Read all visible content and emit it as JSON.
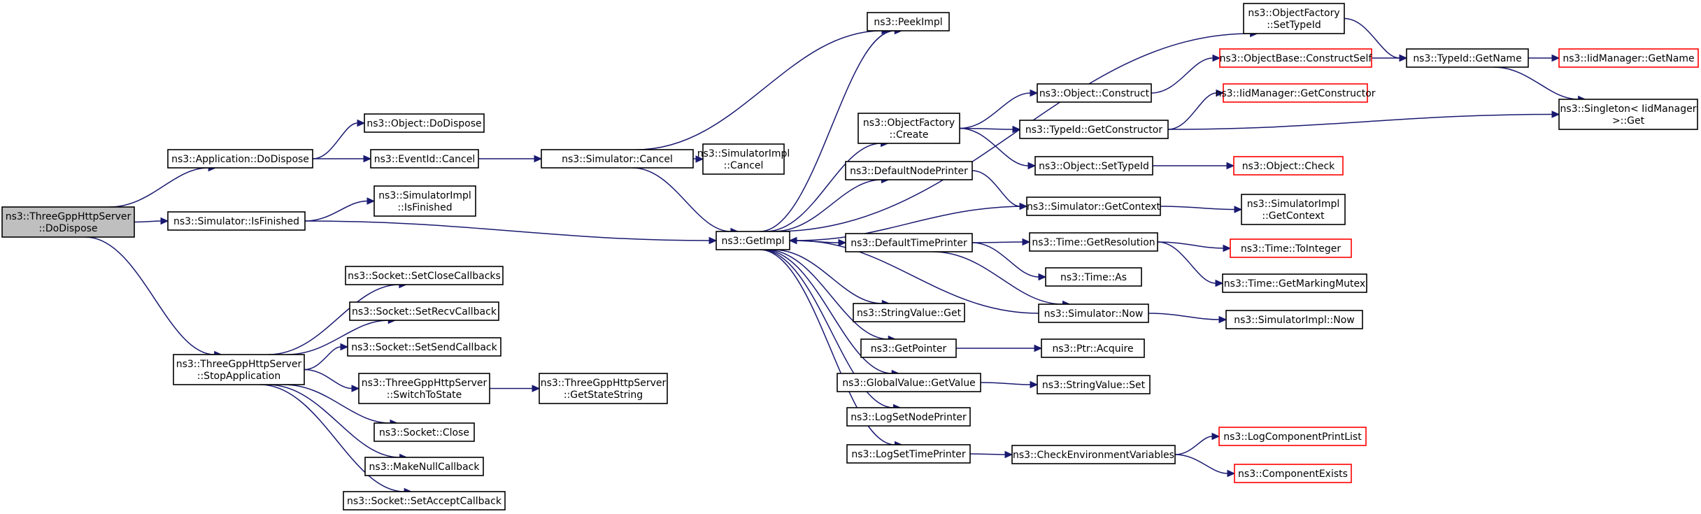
{
  "colors": {
    "edge": "#191970",
    "node_border": "#000000",
    "node_border_incomplete": "#ff0000",
    "node_fill": "#ffffff",
    "root_fill": "#bfbfbf"
  },
  "nodes": [
    {
      "id": "root",
      "lines": [
        "ns3::ThreeGppHttpServer",
        "::DoDispose"
      ],
      "style": "root"
    },
    {
      "id": "appdispose",
      "lines": [
        "ns3::Application::DoDispose"
      ]
    },
    {
      "id": "simfinished",
      "lines": [
        "ns3::Simulator::IsFinished"
      ]
    },
    {
      "id": "stopapp",
      "lines": [
        "ns3::ThreeGppHttpServer",
        "::StopApplication"
      ]
    },
    {
      "id": "objdispose",
      "lines": [
        "ns3::Object::DoDispose"
      ]
    },
    {
      "id": "eventcancel",
      "lines": [
        "ns3::EventId::Cancel"
      ]
    },
    {
      "id": "simimplfinished",
      "lines": [
        "ns3::SimulatorImpl",
        "::IsFinished"
      ]
    },
    {
      "id": "setclose",
      "lines": [
        "ns3::Socket::SetCloseCallbacks"
      ]
    },
    {
      "id": "setrecv",
      "lines": [
        "ns3::Socket::SetRecvCallback"
      ]
    },
    {
      "id": "setsend",
      "lines": [
        "ns3::Socket::SetSendCallback"
      ]
    },
    {
      "id": "switchstate",
      "lines": [
        "ns3::ThreeGppHttpServer",
        "::SwitchToState"
      ]
    },
    {
      "id": "sockclose",
      "lines": [
        "ns3::Socket::Close"
      ]
    },
    {
      "id": "makenull",
      "lines": [
        "ns3::MakeNullCallback"
      ]
    },
    {
      "id": "setaccept",
      "lines": [
        "ns3::Socket::SetAcceptCallback"
      ]
    },
    {
      "id": "simcancel",
      "lines": [
        "ns3::Simulator::Cancel"
      ]
    },
    {
      "id": "getstatestr",
      "lines": [
        "ns3::ThreeGppHttpServer",
        "::GetStateString"
      ]
    },
    {
      "id": "simimplcancel",
      "lines": [
        "ns3::SimulatorImpl",
        "::Cancel"
      ]
    },
    {
      "id": "getimpl",
      "lines": [
        "ns3::GetImpl"
      ]
    },
    {
      "id": "peekimpl",
      "lines": [
        "ns3::PeekImpl"
      ]
    },
    {
      "id": "ofcreate",
      "lines": [
        "ns3::ObjectFactory",
        "::Create"
      ]
    },
    {
      "id": "defnodeprinter",
      "lines": [
        "ns3::DefaultNodePrinter"
      ]
    },
    {
      "id": "deftimeprinter",
      "lines": [
        "ns3::DefaultTimePrinter"
      ]
    },
    {
      "id": "strvalget",
      "lines": [
        "ns3::StringValue::Get"
      ]
    },
    {
      "id": "getpointer",
      "lines": [
        "ns3::GetPointer"
      ]
    },
    {
      "id": "gvgetvalue",
      "lines": [
        "ns3::GlobalValue::GetValue"
      ]
    },
    {
      "id": "logsetnode",
      "lines": [
        "ns3::LogSetNodePrinter"
      ]
    },
    {
      "id": "logsettime",
      "lines": [
        "ns3::LogSetTimePrinter"
      ]
    },
    {
      "id": "ofsettypeid",
      "lines": [
        "ns3::ObjectFactory",
        "::SetTypeId"
      ]
    },
    {
      "id": "objconstruct",
      "lines": [
        "ns3::Object::Construct"
      ]
    },
    {
      "id": "typeidgetctor",
      "lines": [
        "ns3::TypeId::GetConstructor"
      ]
    },
    {
      "id": "objsettypeid",
      "lines": [
        "ns3::Object::SetTypeId"
      ]
    },
    {
      "id": "simgetcontext",
      "lines": [
        "ns3::Simulator::GetContext"
      ]
    },
    {
      "id": "timegetres",
      "lines": [
        "ns3::Time::GetResolution"
      ]
    },
    {
      "id": "timeas",
      "lines": [
        "ns3::Time::As"
      ]
    },
    {
      "id": "simnow",
      "lines": [
        "ns3::Simulator::Now"
      ]
    },
    {
      "id": "ptracquire",
      "lines": [
        "ns3::Ptr::Acquire"
      ]
    },
    {
      "id": "strvalset",
      "lines": [
        "ns3::StringValue::Set"
      ]
    },
    {
      "id": "checkenv",
      "lines": [
        "ns3::CheckEnvironmentVariables"
      ]
    },
    {
      "id": "obbaseconstruct",
      "lines": [
        "ns3::ObjectBase::ConstructSelf"
      ],
      "style": "incomplete"
    },
    {
      "id": "iidgetctor",
      "lines": [
        "ns3::IidManager::GetConstructor"
      ],
      "style": "incomplete"
    },
    {
      "id": "objcheck",
      "lines": [
        "ns3::Object::Check"
      ],
      "style": "incomplete"
    },
    {
      "id": "simimplgetctx",
      "lines": [
        "ns3::SimulatorImpl",
        "::GetContext"
      ]
    },
    {
      "id": "timetoint",
      "lines": [
        "ns3::Time::ToInteger"
      ],
      "style": "incomplete"
    },
    {
      "id": "timemutex",
      "lines": [
        "ns3::Time::GetMarkingMutex"
      ]
    },
    {
      "id": "simimplnow",
      "lines": [
        "ns3::SimulatorImpl::Now"
      ]
    },
    {
      "id": "logcompprint",
      "lines": [
        "ns3::LogComponentPrintList"
      ],
      "style": "incomplete"
    },
    {
      "id": "compexists",
      "lines": [
        "ns3::ComponentExists"
      ],
      "style": "incomplete"
    },
    {
      "id": "typeidgetname",
      "lines": [
        "ns3::TypeId::GetName"
      ]
    },
    {
      "id": "iidgetname",
      "lines": [
        "ns3::IidManager::GetName"
      ],
      "style": "incomplete"
    },
    {
      "id": "singletonget",
      "lines": [
        "ns3::Singleton< IidManager",
        ">::Get"
      ]
    }
  ],
  "edges": [
    [
      "root",
      "appdispose"
    ],
    [
      "root",
      "simfinished"
    ],
    [
      "root",
      "stopapp"
    ],
    [
      "appdispose",
      "objdispose"
    ],
    [
      "appdispose",
      "eventcancel"
    ],
    [
      "simfinished",
      "simimplfinished"
    ],
    [
      "simfinished",
      "getimpl"
    ],
    [
      "stopapp",
      "setclose"
    ],
    [
      "stopapp",
      "setrecv"
    ],
    [
      "stopapp",
      "setsend"
    ],
    [
      "stopapp",
      "switchstate"
    ],
    [
      "stopapp",
      "sockclose"
    ],
    [
      "stopapp",
      "makenull"
    ],
    [
      "stopapp",
      "setaccept"
    ],
    [
      "eventcancel",
      "simcancel"
    ],
    [
      "switchstate",
      "getstatestr"
    ],
    [
      "simcancel",
      "peekimpl"
    ],
    [
      "simcancel",
      "simimplcancel"
    ],
    [
      "simcancel",
      "getimpl"
    ],
    [
      "getimpl",
      "peekimpl"
    ],
    [
      "getimpl",
      "ofsettypeid"
    ],
    [
      "getimpl",
      "ofcreate"
    ],
    [
      "getimpl",
      "defnodeprinter"
    ],
    [
      "getimpl",
      "deftimeprinter"
    ],
    [
      "getimpl",
      "strvalget"
    ],
    [
      "getimpl",
      "getpointer"
    ],
    [
      "getimpl",
      "gvgetvalue"
    ],
    [
      "getimpl",
      "logsetnode"
    ],
    [
      "getimpl",
      "logsettime"
    ],
    [
      "ofcreate",
      "objconstruct"
    ],
    [
      "ofcreate",
      "typeidgetctor"
    ],
    [
      "ofcreate",
      "objsettypeid"
    ],
    [
      "defnodeprinter",
      "simgetcontext"
    ],
    [
      "simgetcontext",
      "getimpl"
    ],
    [
      "simgetcontext",
      "simimplgetctx"
    ],
    [
      "deftimeprinter",
      "timegetres"
    ],
    [
      "deftimeprinter",
      "timeas"
    ],
    [
      "deftimeprinter",
      "simnow"
    ],
    [
      "simnow",
      "getimpl"
    ],
    [
      "simnow",
      "simimplnow"
    ],
    [
      "getpointer",
      "ptracquire"
    ],
    [
      "gvgetvalue",
      "strvalset"
    ],
    [
      "logsettime",
      "checkenv"
    ],
    [
      "ofsettypeid",
      "typeidgetname"
    ],
    [
      "objconstruct",
      "obbaseconstruct"
    ],
    [
      "obbaseconstruct",
      "typeidgetname"
    ],
    [
      "typeidgetctor",
      "iidgetctor"
    ],
    [
      "typeidgetctor",
      "singletonget"
    ],
    [
      "objsettypeid",
      "objcheck"
    ],
    [
      "timegetres",
      "timetoint"
    ],
    [
      "timegetres",
      "timemutex"
    ],
    [
      "checkenv",
      "logcompprint"
    ],
    [
      "checkenv",
      "compexists"
    ],
    [
      "typeidgetname",
      "iidgetname"
    ],
    [
      "typeidgetname",
      "singletonget"
    ]
  ]
}
